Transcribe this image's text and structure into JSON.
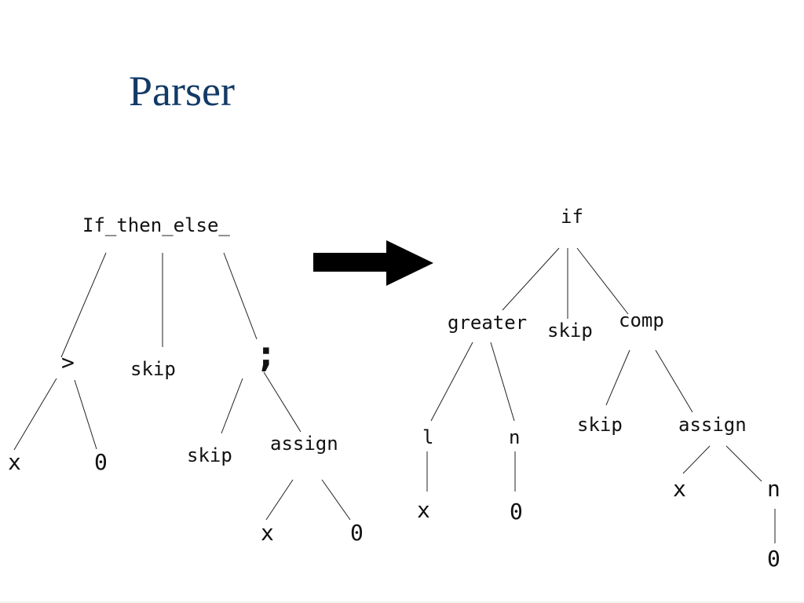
{
  "slide": {
    "title": "Parser"
  },
  "source_tree": {
    "root": "If_then_else_",
    "condition_op": ">",
    "cond_left": "x",
    "cond_right": "0",
    "then_branch": "skip",
    "seq_op": ";",
    "seq_first": "skip",
    "seq_second": "assign",
    "assign_var": "x",
    "assign_value": "0"
  },
  "target_tree": {
    "root": "if",
    "condition": "greater",
    "greater_left": "l",
    "greater_left_child": "x",
    "greater_right": "n",
    "greater_right_child": "0",
    "then_branch": "skip",
    "else_branch": "comp",
    "comp_first": "skip",
    "comp_second": "assign",
    "assign_var": "x",
    "assign_value": "n",
    "assign_value_child": "0"
  },
  "colors": {
    "title": "#123a66",
    "ink": "#111111",
    "arrow": "#000000"
  }
}
